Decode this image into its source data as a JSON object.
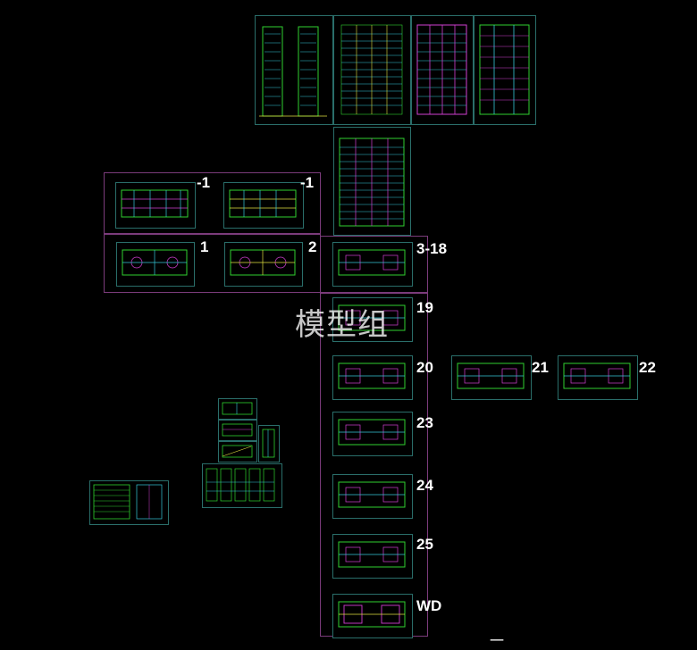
{
  "watermark": "模型组",
  "bottom_cut_text": "一",
  "labels": {
    "minus1_left": "-1",
    "minus1_right": "-1",
    "one": "1",
    "two": "2",
    "f3_18": "3-18",
    "f19": "19",
    "f20": "20",
    "f21": "21",
    "f22": "22",
    "f23": "23",
    "f24": "24",
    "f25": "25",
    "wd": "WD"
  },
  "colors": {
    "background": "#000000",
    "sheet_border": "#2a6e6a",
    "group_border": "#7b3b7b",
    "drawing_green": "#2fd12f",
    "drawing_magenta": "#d23fd2",
    "drawing_cyan": "#35c9d9",
    "drawing_yellow": "#e0e040",
    "label": "#ffffff"
  }
}
